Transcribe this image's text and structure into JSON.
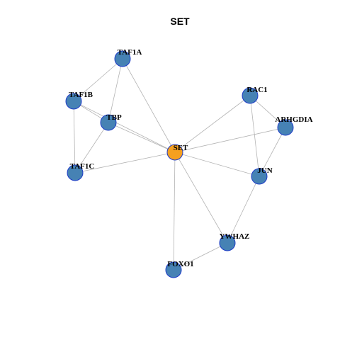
{
  "title": "SET",
  "colors": {
    "hub_fill": "#F5A020",
    "node_fill": "#4682B4",
    "node_stroke": "#1E3CC8",
    "edge": "#B3B3B3"
  },
  "nodes": [
    {
      "id": "SET",
      "label": "SET",
      "hub": true
    },
    {
      "id": "TAF1A",
      "label": "TAF1A"
    },
    {
      "id": "TAF1B",
      "label": "TAF1B"
    },
    {
      "id": "TBP",
      "label": "TBP"
    },
    {
      "id": "TAF1C",
      "label": "TAF1C"
    },
    {
      "id": "RAC1",
      "label": "RAC1"
    },
    {
      "id": "ARHGDIA",
      "label": "ARHGDIA"
    },
    {
      "id": "JUN",
      "label": "JUN"
    },
    {
      "id": "YWHAZ",
      "label": "YWHAZ"
    },
    {
      "id": "FOXO1",
      "label": "FOXO1"
    }
  ],
  "edges": [
    [
      "TAF1A",
      "TAF1B"
    ],
    [
      "TAF1A",
      "TBP"
    ],
    [
      "TAF1A",
      "SET"
    ],
    [
      "TAF1B",
      "TBP"
    ],
    [
      "TAF1B",
      "SET"
    ],
    [
      "TAF1B",
      "TAF1C"
    ],
    [
      "TBP",
      "SET"
    ],
    [
      "TBP",
      "TAF1C"
    ],
    [
      "TAF1C",
      "SET"
    ],
    [
      "RAC1",
      "SET"
    ],
    [
      "RAC1",
      "ARHGDIA"
    ],
    [
      "RAC1",
      "JUN"
    ],
    [
      "ARHGDIA",
      "SET"
    ],
    [
      "ARHGDIA",
      "JUN"
    ],
    [
      "SET",
      "JUN"
    ],
    [
      "SET",
      "YWHAZ"
    ],
    [
      "SET",
      "FOXO1"
    ],
    [
      "JUN",
      "YWHAZ"
    ],
    [
      "YWHAZ",
      "FOXO1"
    ]
  ]
}
